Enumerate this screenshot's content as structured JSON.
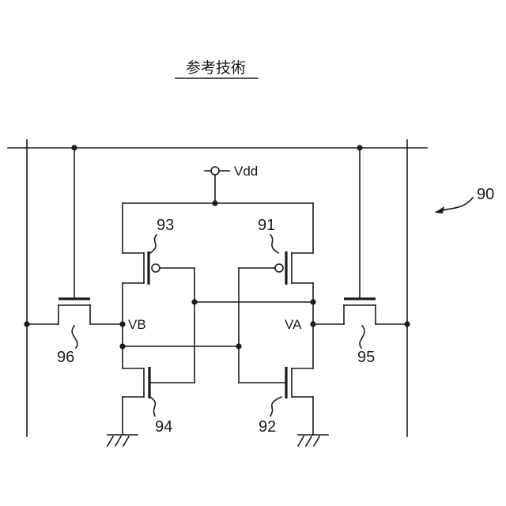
{
  "title": "参考技術",
  "supply_label": "Vdd",
  "circuit_ref": "90",
  "nodes": {
    "vb": "VB",
    "va": "VA"
  },
  "transistors": {
    "t91": "91",
    "t92": "92",
    "t93": "93",
    "t94": "94",
    "t95": "95",
    "t96": "96"
  }
}
